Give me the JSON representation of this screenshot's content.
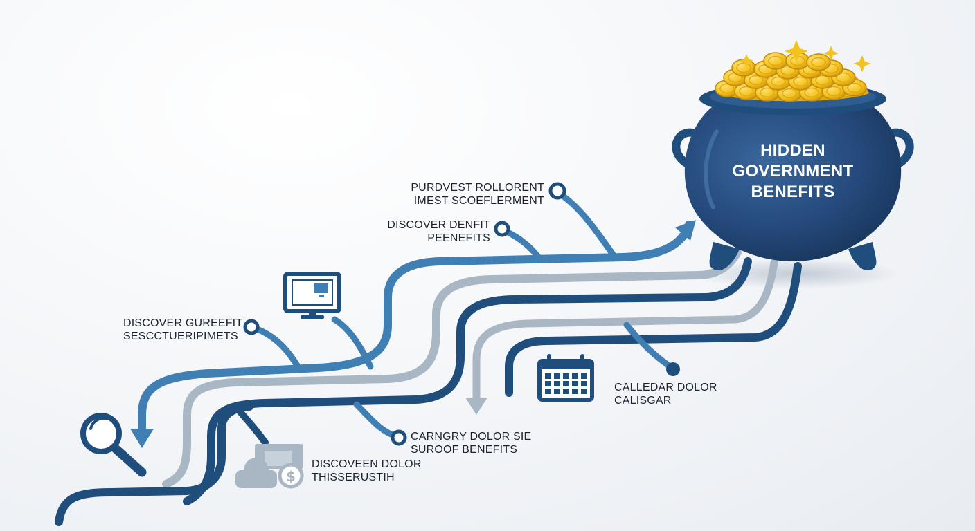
{
  "pot": {
    "line1": "HIDDEN",
    "line2": "GOVERNMENT",
    "line3": "BENEFITS"
  },
  "labels": {
    "top_right": {
      "line1": "PURDVEST ROLLORENT",
      "line2": "IMEST SCOEFLERMENT"
    },
    "mid_right": {
      "line1": "DISCOVER DENFIT",
      "line2": "PEENEFITS"
    },
    "left": {
      "line1": "DISCOVER GUREEFIT",
      "line2": "SESCCTUERIPIMETS"
    },
    "calendar": {
      "line1": "CALLEDAR DOLOR",
      "line2": "CALISGAR"
    },
    "bottom_mid": {
      "line1": "CARNGRY DOLOR SIE",
      "line2": "SUROOF BENEFITS"
    },
    "bottom_left": {
      "line1": "DISCOVEEN DOLOR",
      "line2": "THISSERUSTIH"
    }
  },
  "icons": [
    "magnifier-icon",
    "computer-monitor-icon",
    "money-icon",
    "calendar-icon",
    "sparkle-icon",
    "coin-icon"
  ],
  "colors": {
    "navy": "#1f4e7d",
    "pot": "#24487a",
    "mid_blue": "#3f7fb3",
    "light_gray": "#a9b7c4",
    "gold": "#f3c21d"
  }
}
